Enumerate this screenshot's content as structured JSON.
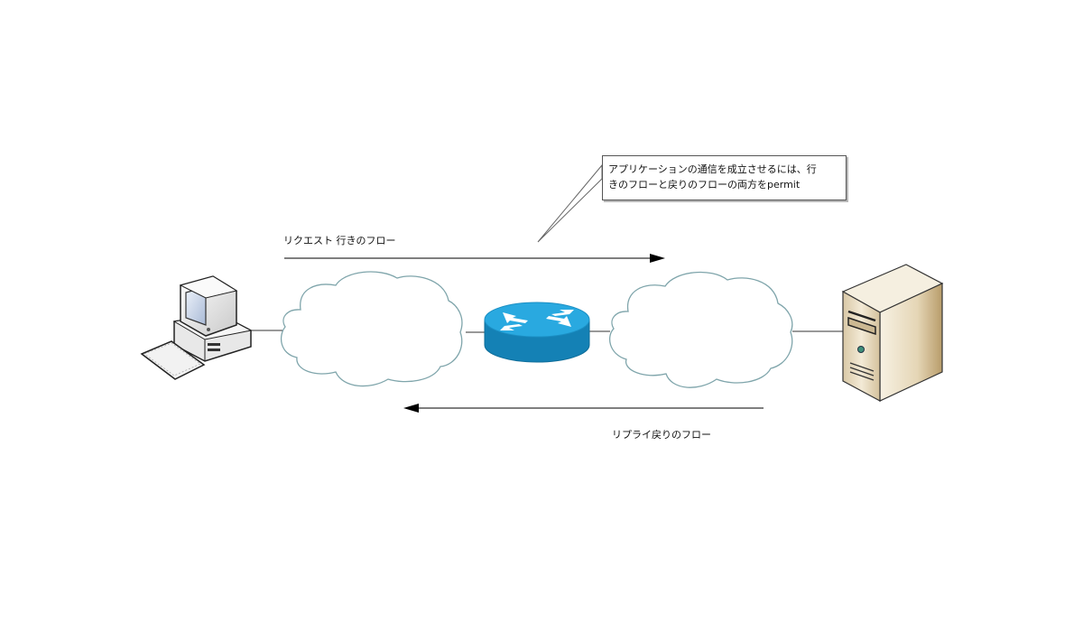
{
  "diagram": {
    "title": "Firewall permit flows",
    "callout": {
      "line1": "アプリケーションの通信を成立させるには、行",
      "line2": "きのフローと戻りのフローの両方をpermit"
    },
    "request_label": "リクエスト 行きのフロー",
    "reply_label": "リプライ戻りのフロー",
    "nodes": [
      {
        "id": "client",
        "type": "pc",
        "icon": "desktop-computer-icon"
      },
      {
        "id": "cloud-left",
        "type": "network",
        "icon": "cloud-icon"
      },
      {
        "id": "router",
        "type": "router",
        "icon": "router-icon"
      },
      {
        "id": "cloud-right",
        "type": "network",
        "icon": "cloud-icon"
      },
      {
        "id": "server",
        "type": "server",
        "icon": "server-tower-icon"
      }
    ],
    "flows": [
      {
        "id": "request",
        "direction": "client-to-server"
      },
      {
        "id": "reply",
        "direction": "server-to-client"
      }
    ],
    "colors": {
      "router_top": "#29a9e0",
      "router_side": "#1481b5",
      "cloud_stroke": "#7fa5ab",
      "server_body": "#e9dcc0",
      "arrow": "#555555"
    }
  }
}
